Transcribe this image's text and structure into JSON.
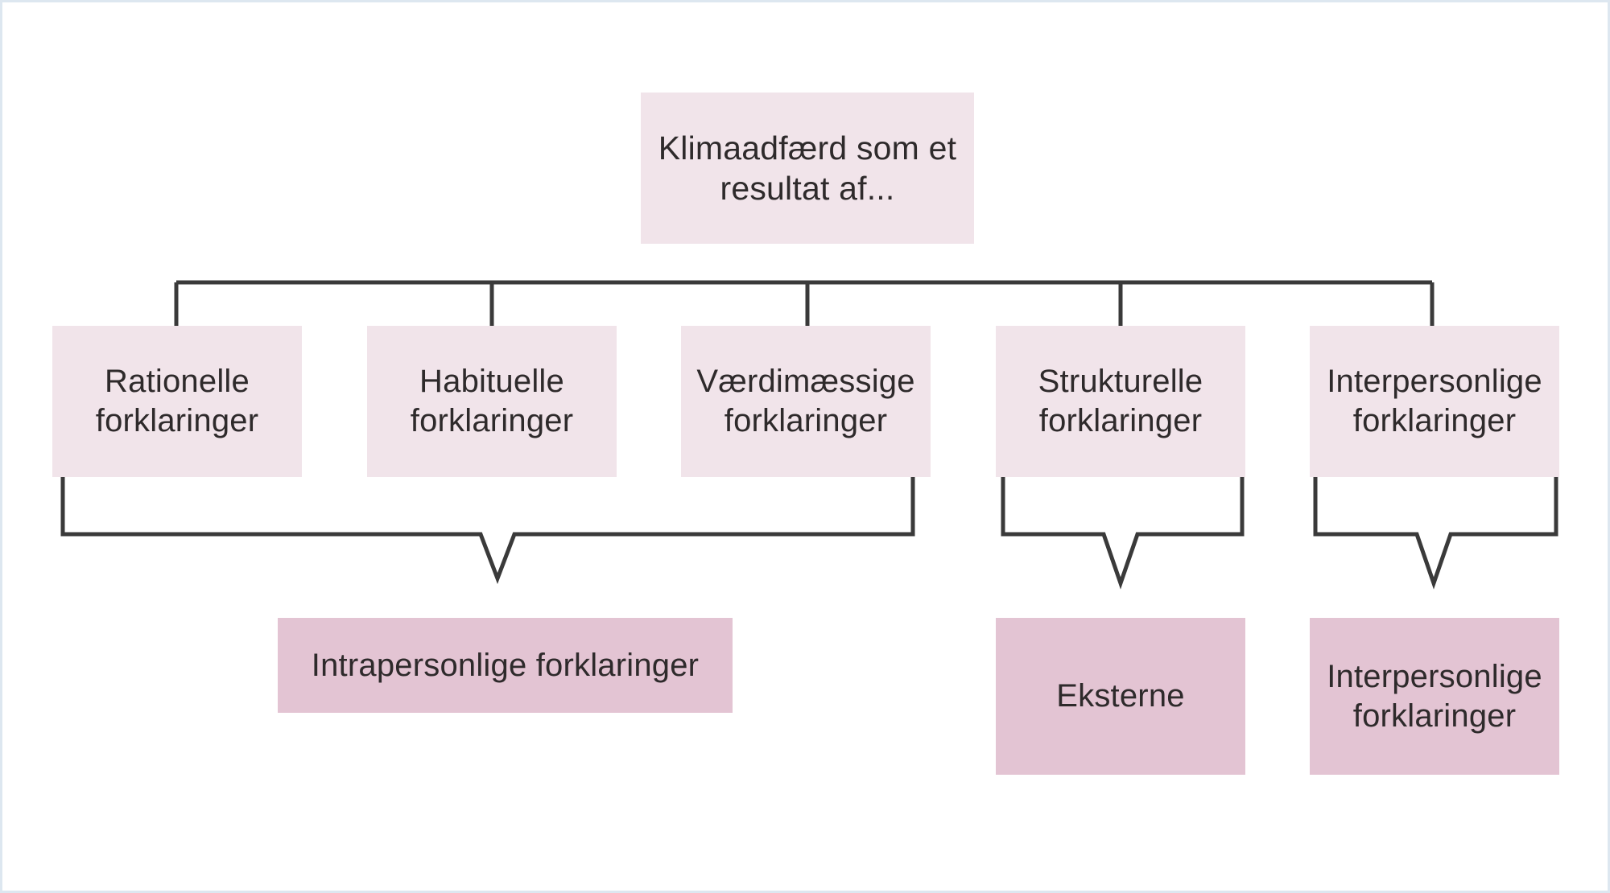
{
  "figure": {
    "title": "Klimaadfaerd som et resultat af - hierarkisk diagram",
    "frame_border_color": "#dde7f0",
    "background_color": "#ffffff",
    "line_color": "#3a3a3a",
    "text_color": "#2e2a2b",
    "light_box_color": "#f1e4ea",
    "dark_box_color": "#e3c4d3"
  },
  "root": {
    "label": "Klimaadfærd som et\nresultat af..."
  },
  "categories": [
    {
      "label": "Rationelle\nforklaringer"
    },
    {
      "label": "Habituelle\nforklaringer"
    },
    {
      "label": "Værdimæssige\nforklaringer"
    },
    {
      "label": "Strukturelle\nforklaringer"
    },
    {
      "label": "Interpersonlige\nforklaringer"
    }
  ],
  "groups": [
    {
      "label": "Intrapersonlige forklaringer"
    },
    {
      "label": "Eksterne"
    },
    {
      "label": "Interpersonlige\nforklaringer"
    }
  ]
}
